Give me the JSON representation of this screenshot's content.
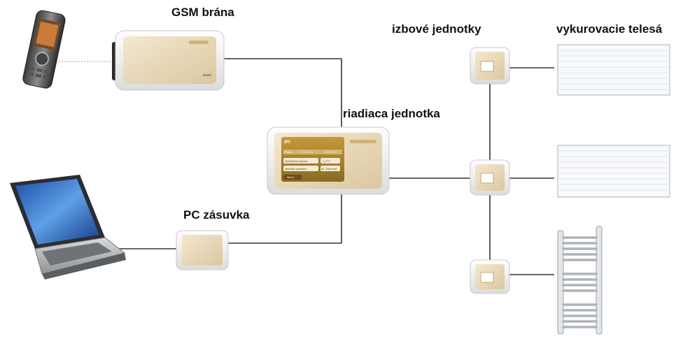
{
  "labels": {
    "gsm": "GSM brána",
    "room_units": "izbové jednotky",
    "heaters": "vykurovacie telesá",
    "control_unit": "riadiaca jednotka",
    "pc_socket": "PC zásuvka"
  },
  "control_screen": {
    "brand": "IPT",
    "date": "27.1.2011",
    "time": "10:31:36",
    "day": "Piatok",
    "row1_label": "Vonkajšia teplota",
    "row1_value": "-1,7°C",
    "row2_label": "Tepelné systémy",
    "row2_value": "St. Zapnuté",
    "menu": "Menu"
  },
  "colors": {
    "line": "#333333",
    "device_face": "#e8d9b8",
    "device_frame": "#f4f4f4",
    "heater_fill": "#f7f9fb"
  }
}
